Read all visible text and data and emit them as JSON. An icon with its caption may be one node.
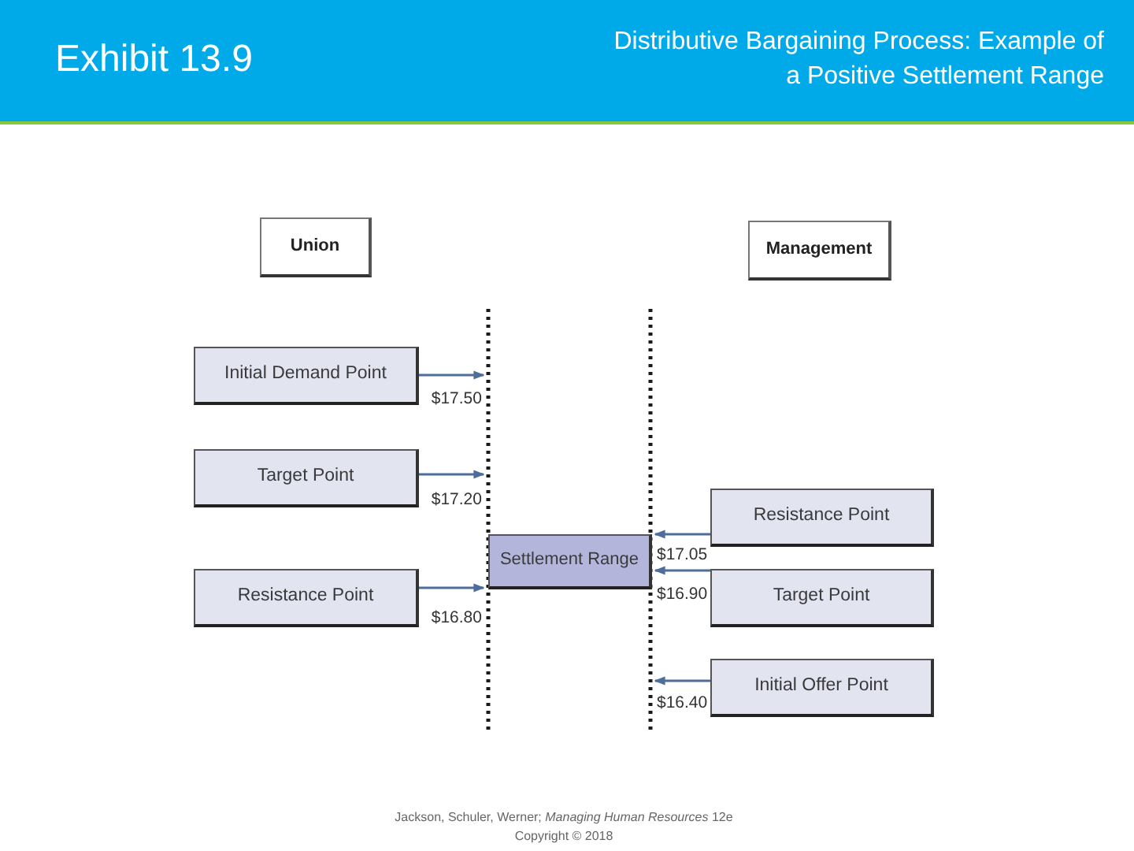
{
  "diagram": {
    "title": "Distributive Bargaining Process: Example of a Positive Settlement Range",
    "caption": "Jackson, Schuler, Werner; *Managing Human Resources* 12e",
    "nodes": [
      {
        "text": [
          "Union"
        ]
      },
      {
        "text": [
          "Management"
        ]
      },
      {
        "text": [],
        "shape": "line"
      },
      {
        "text": [],
        "shape": "line"
      },
      {
        "text": [
          "Initial Demand Point"
        ],
        "beside": [
          "$17.50"
        ]
      },
      {
        "text": [
          "Target Point"
        ],
        "beside": [
          "$17.20"
        ]
      },
      {
        "text": [
          "Resistance Point"
        ],
        "beside": [
          "$17.05"
        ]
      },
      {
        "text": [
          "Settlement Range"
        ]
      },
      {
        "text": [
          "Resistance Point"
        ],
        "beside": [
          "$16.80"
        ]
      },
      {
        "text": [
          "Target Point"
        ],
        "beside": [
          "$16.90"
        ]
      },
      {
        "text": [
          "Initial Offer Point"
        ],
        "beside": [
          "$16.40"
        ]
      }
    ],
    "edges": [
      {
        "from": 4,
        "to": 2,
        "arrow": "to"
      },
      {
        "from": 5,
        "to": 2,
        "arrow": "to"
      },
      {
        "from": 6,
        "to": 3,
        "arrow": "to"
      },
      {
        "from": 9,
        "to": 3,
        "arrow": "to"
      },
      {
        "from": 8,
        "to": 2,
        "arrow": "to"
      },
      {
        "from": 10,
        "to": 3,
        "arrow": "to"
      }
    ],
    "labels": [
      "Exhibit 13.9",
      "Copyright © 2018"
    ]
  }
}
